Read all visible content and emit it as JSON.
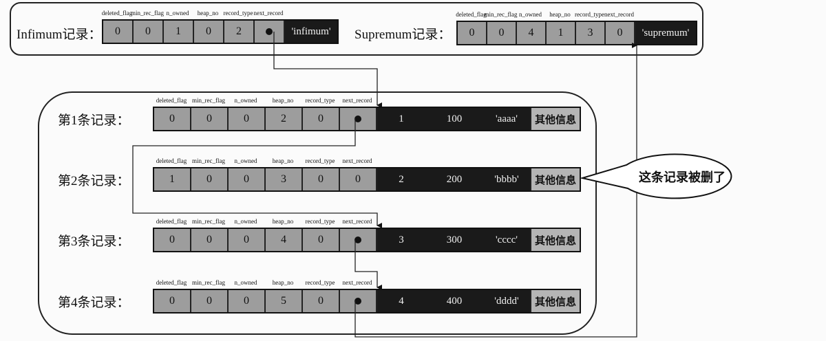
{
  "headers": [
    "deleted_flag",
    "min_rec_flag",
    "n_owned",
    "heap_no",
    "record_type",
    "next_record"
  ],
  "infimum": {
    "label": "Infimum记录：",
    "values": [
      "0",
      "0",
      "1",
      "0",
      "2",
      "•"
    ],
    "name": "'infimum'"
  },
  "supremum": {
    "label": "Supremum记录：",
    "values": [
      "0",
      "0",
      "4",
      "1",
      "3",
      "0"
    ],
    "name": "'supremum'"
  },
  "records": [
    {
      "label": "第1条记录：",
      "values": [
        "0",
        "0",
        "0",
        "2",
        "0",
        "•"
      ],
      "id": "1",
      "num": "100",
      "str": "'aaaa'",
      "other": "其他信息"
    },
    {
      "label": "第2条记录：",
      "values": [
        "1",
        "0",
        "0",
        "3",
        "0",
        "0"
      ],
      "id": "2",
      "num": "200",
      "str": "'bbbb'",
      "other": "其他信息"
    },
    {
      "label": "第3条记录：",
      "values": [
        "0",
        "0",
        "0",
        "4",
        "0",
        "•"
      ],
      "id": "3",
      "num": "300",
      "str": "'cccc'",
      "other": "其他信息"
    },
    {
      "label": "第4条记录：",
      "values": [
        "0",
        "0",
        "0",
        "5",
        "0",
        "•"
      ],
      "id": "4",
      "num": "400",
      "str": "'dddd'",
      "other": "其他信息"
    }
  ],
  "callout": "这条记录被删了"
}
